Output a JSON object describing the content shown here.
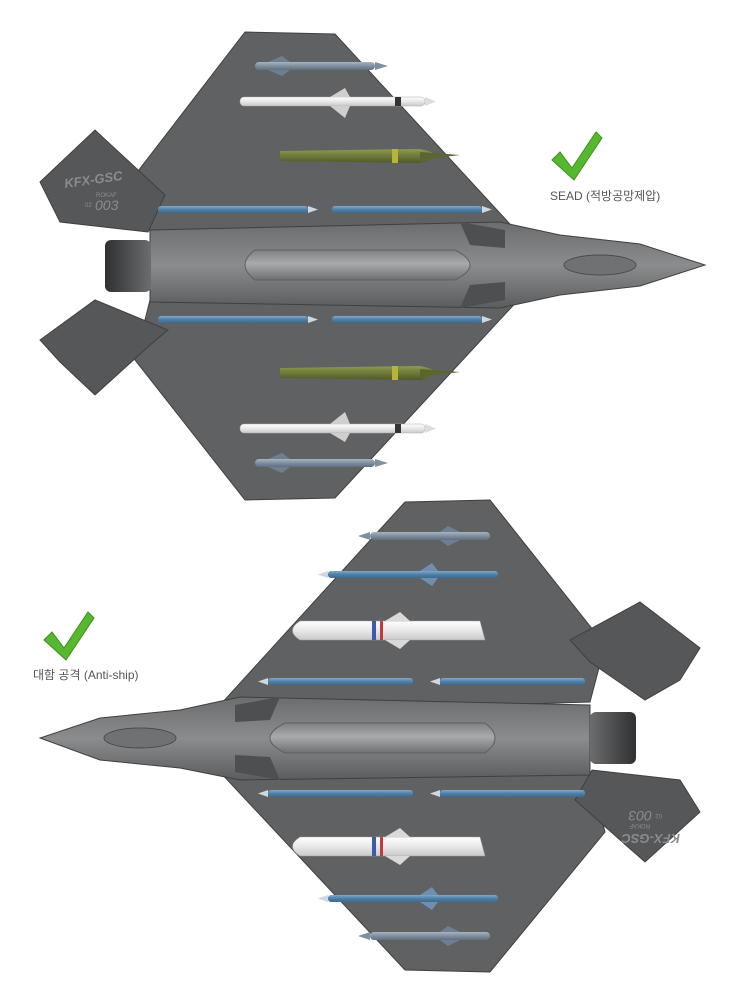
{
  "top_panel": {
    "caption": "SEAD (적방공망제압)",
    "tail_marking": "KFX-GSC",
    "tail_small": "ROKAF",
    "tail_serial_prefix": "02",
    "tail_number": "003"
  },
  "bottom_panel": {
    "caption": "대함 공격 (Anti-ship)",
    "tail_marking": "KFX-GSC",
    "tail_small": "ROKAF",
    "tail_serial_prefix": "02",
    "tail_number": "003"
  },
  "colors": {
    "airframe": "#5f6163",
    "airframe_dark": "#4a4c4e",
    "airframe_light": "#7a7c7e",
    "missile_blue": "#5b8bb3",
    "bomb_olive": "#6d7a3a",
    "missile_white": "#f2f2f2",
    "check_green": "#55b82e"
  }
}
